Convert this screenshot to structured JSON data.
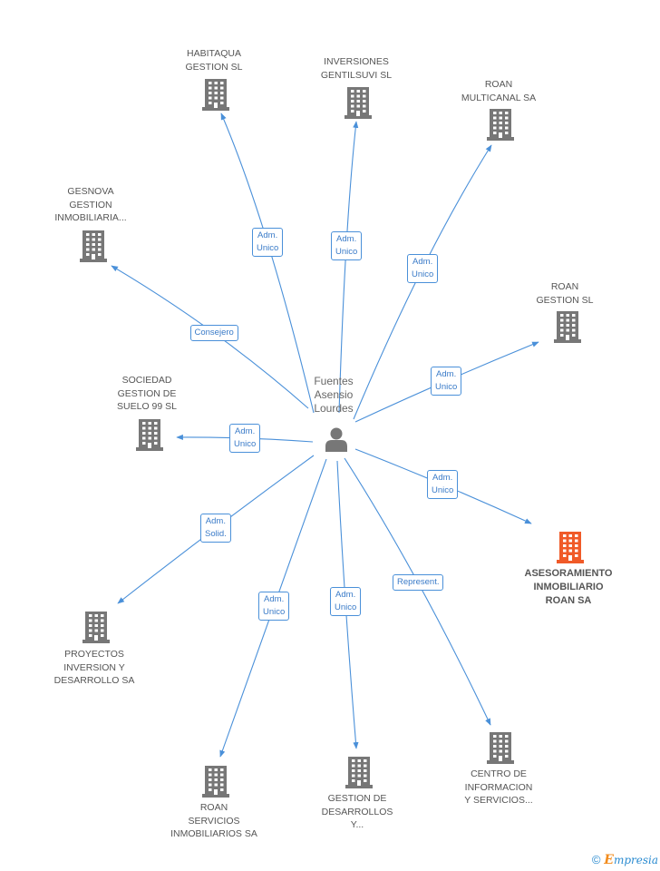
{
  "colors": {
    "edge": "#4a90d9",
    "company": "#777777",
    "focus_company": "#f05a28",
    "person": "#777777"
  },
  "person": {
    "label": "Fuentes\nAsensio\nLourdes",
    "icon": "person-icon"
  },
  "companies": [
    {
      "id": "habitaqua",
      "label": "HABITAQUA\nGESTION SL"
    },
    {
      "id": "gentilsuvi",
      "label": "INVERSIONES\nGENTILSUVI SL"
    },
    {
      "id": "roan-multicanal",
      "label": "ROAN\nMULTICANAL SA"
    },
    {
      "id": "gesnova",
      "label": "GESNOVA\nGESTION\nINMOBILIARIA..."
    },
    {
      "id": "roan-gestion",
      "label": "ROAN\nGESTION SL"
    },
    {
      "id": "sociedad-gestion",
      "label": "SOCIEDAD\nGESTION DE\nSUELO 99 SL"
    },
    {
      "id": "asesoramiento",
      "label": "ASESORAMIENTO\nINMOBILIARIO\nROAN SA",
      "focus": true
    },
    {
      "id": "proyectos",
      "label": "PROYECTOS\nINVERSION Y\nDESARROLLO SA"
    },
    {
      "id": "roan-servicios",
      "label": "ROAN\nSERVICIOS\nINMOBILIARIOS SA"
    },
    {
      "id": "gestion-desarrollos",
      "label": "GESTION DE\nDESARROLLOS\nY..."
    },
    {
      "id": "centro-informacion",
      "label": "CENTRO DE\nINFORMACION\nY SERVICIOS..."
    }
  ],
  "relations": [
    {
      "to": "habitaqua",
      "label": "Adm.\nUnico"
    },
    {
      "to": "gentilsuvi",
      "label": "Adm.\nUnico"
    },
    {
      "to": "roan-multicanal",
      "label": "Adm.\nUnico"
    },
    {
      "to": "gesnova",
      "label": "Consejero"
    },
    {
      "to": "roan-gestion",
      "label": "Adm.\nUnico"
    },
    {
      "to": "sociedad-gestion",
      "label": "Adm.\nUnico"
    },
    {
      "to": "asesoramiento",
      "label": "Adm.\nUnico"
    },
    {
      "to": "proyectos",
      "label": "Adm.\nSolid."
    },
    {
      "to": "roan-servicios",
      "label": "Adm.\nUnico"
    },
    {
      "to": "gestion-desarrollos",
      "label": "Adm.\nUnico"
    },
    {
      "to": "centro-informacion",
      "label": "Represent."
    }
  ],
  "footer": {
    "copyright": "©",
    "brand_first": "E",
    "brand_rest": "mpresia"
  }
}
